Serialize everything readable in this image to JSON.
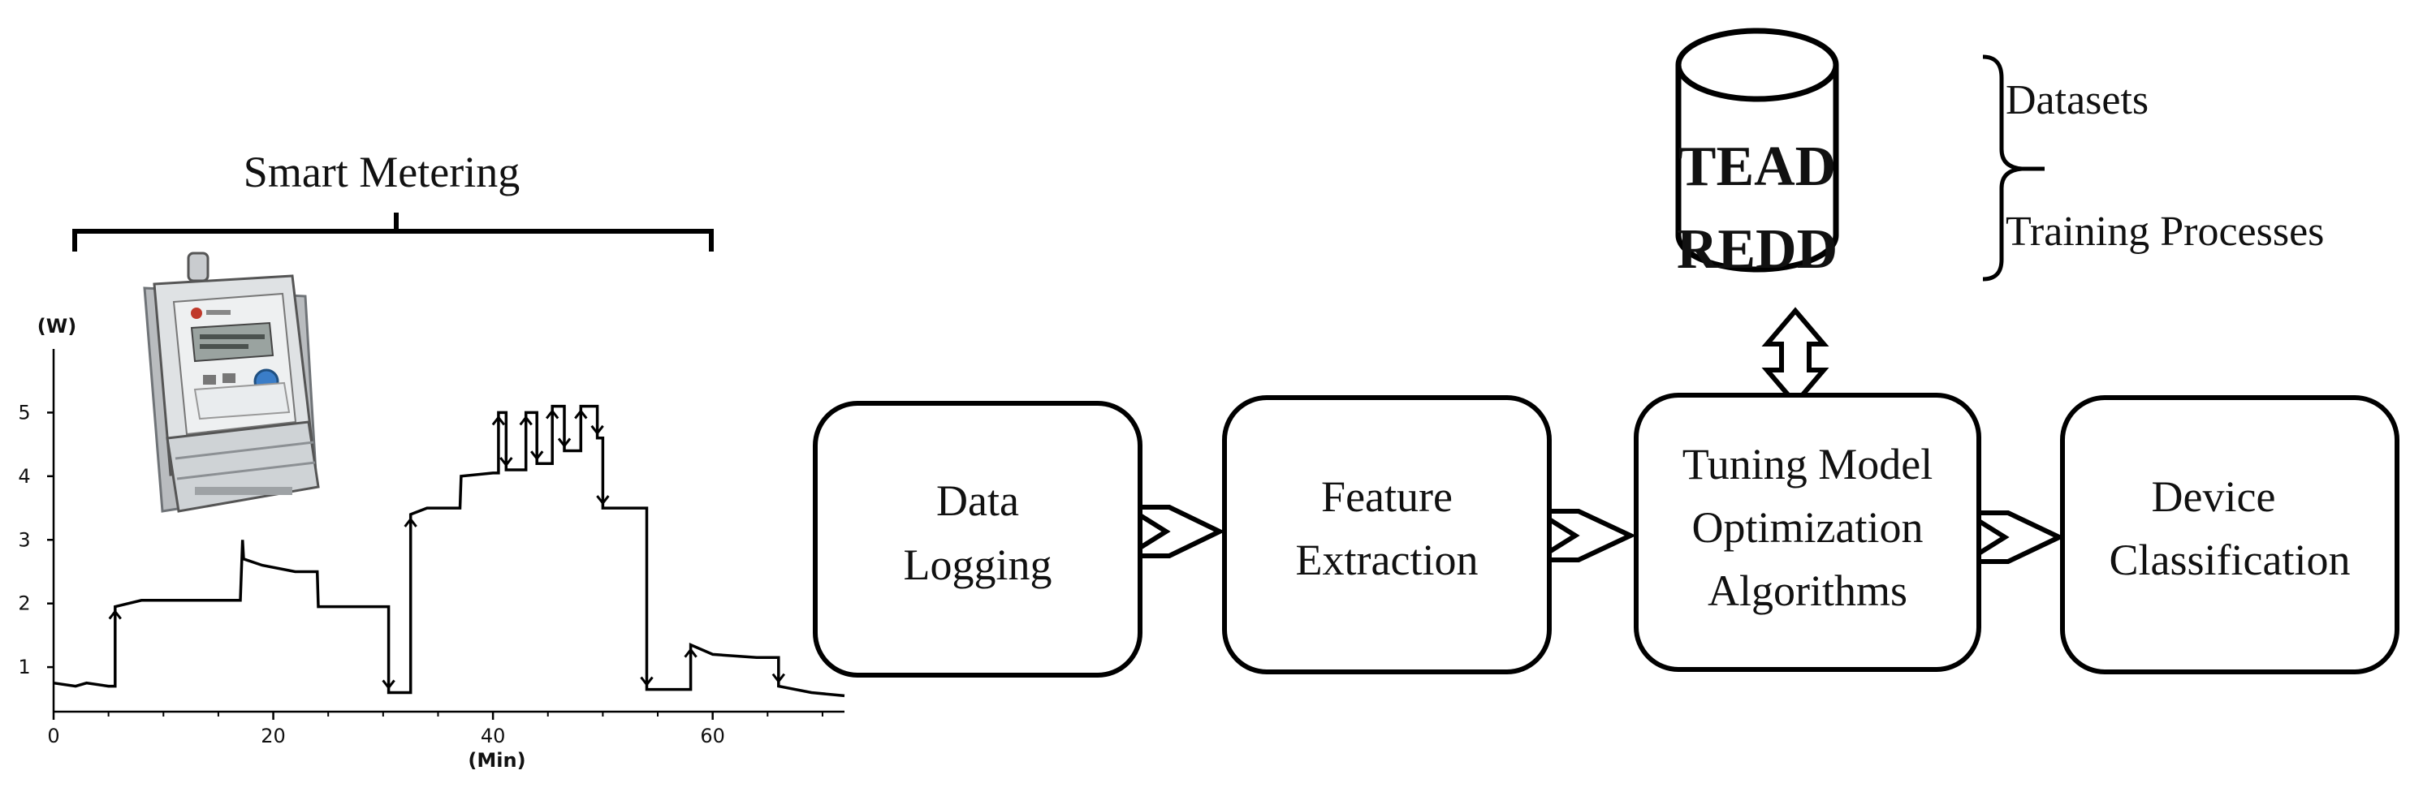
{
  "smart_metering": {
    "label": "Smart Metering"
  },
  "chart_data": {
    "type": "line",
    "title": "",
    "ylabel": "(W)",
    "xlabel": "(Min)",
    "xlim": [
      0,
      72
    ],
    "ylim": [
      0.3,
      6
    ],
    "x_ticks": [
      0,
      20,
      40,
      60
    ],
    "y_ticks": [
      1,
      2,
      3,
      4,
      5
    ],
    "x_tick_labels": [
      "0",
      "20",
      "40",
      "60"
    ],
    "y_tick_labels": [
      "1",
      "2",
      "3",
      "4",
      "5"
    ],
    "series": [
      {
        "x": [
          0,
          2,
          3,
          5,
          5.6,
          5.6,
          8,
          12,
          17,
          17.2,
          17.3,
          19,
          22,
          24,
          24.1,
          28,
          30.5,
          30.5,
          32.5,
          32.5,
          34,
          37,
          37.1,
          40,
          40.5,
          40.5,
          41.2,
          41.2,
          43,
          43,
          44,
          44,
          45.4,
          45.4,
          46.5,
          46.5,
          48,
          48,
          49.5,
          49.5,
          50,
          50,
          54,
          54,
          58,
          58,
          60,
          64,
          66,
          66,
          69,
          72
        ],
        "y": [
          0.75,
          0.7,
          0.75,
          0.7,
          0.7,
          1.95,
          2.05,
          2.05,
          2.05,
          3.0,
          2.7,
          2.6,
          2.5,
          2.5,
          1.95,
          1.95,
          1.95,
          0.6,
          0.6,
          3.4,
          3.5,
          3.5,
          4.0,
          4.05,
          4.05,
          5.0,
          5.0,
          4.1,
          4.1,
          5.0,
          5.0,
          4.2,
          4.2,
          5.1,
          5.1,
          4.4,
          4.4,
          5.1,
          5.1,
          4.6,
          4.6,
          3.5,
          3.5,
          0.65,
          0.65,
          1.35,
          1.2,
          1.15,
          1.15,
          0.7,
          0.6,
          0.55
        ]
      }
    ]
  },
  "database": {
    "line1": "TEAD",
    "line2": "REDD"
  },
  "brace_labels": {
    "top": "Datasets",
    "bottom": "Training Processes"
  },
  "pipeline": {
    "boxes": [
      {
        "line1": "Data",
        "line2": "Logging"
      },
      {
        "line1": "Feature",
        "line2": "Extraction"
      },
      {
        "line1": "Tuning Model",
        "line2": "Optimization",
        "line3": "Algorithms"
      },
      {
        "line1": "Device",
        "line2": "Classification"
      }
    ]
  }
}
